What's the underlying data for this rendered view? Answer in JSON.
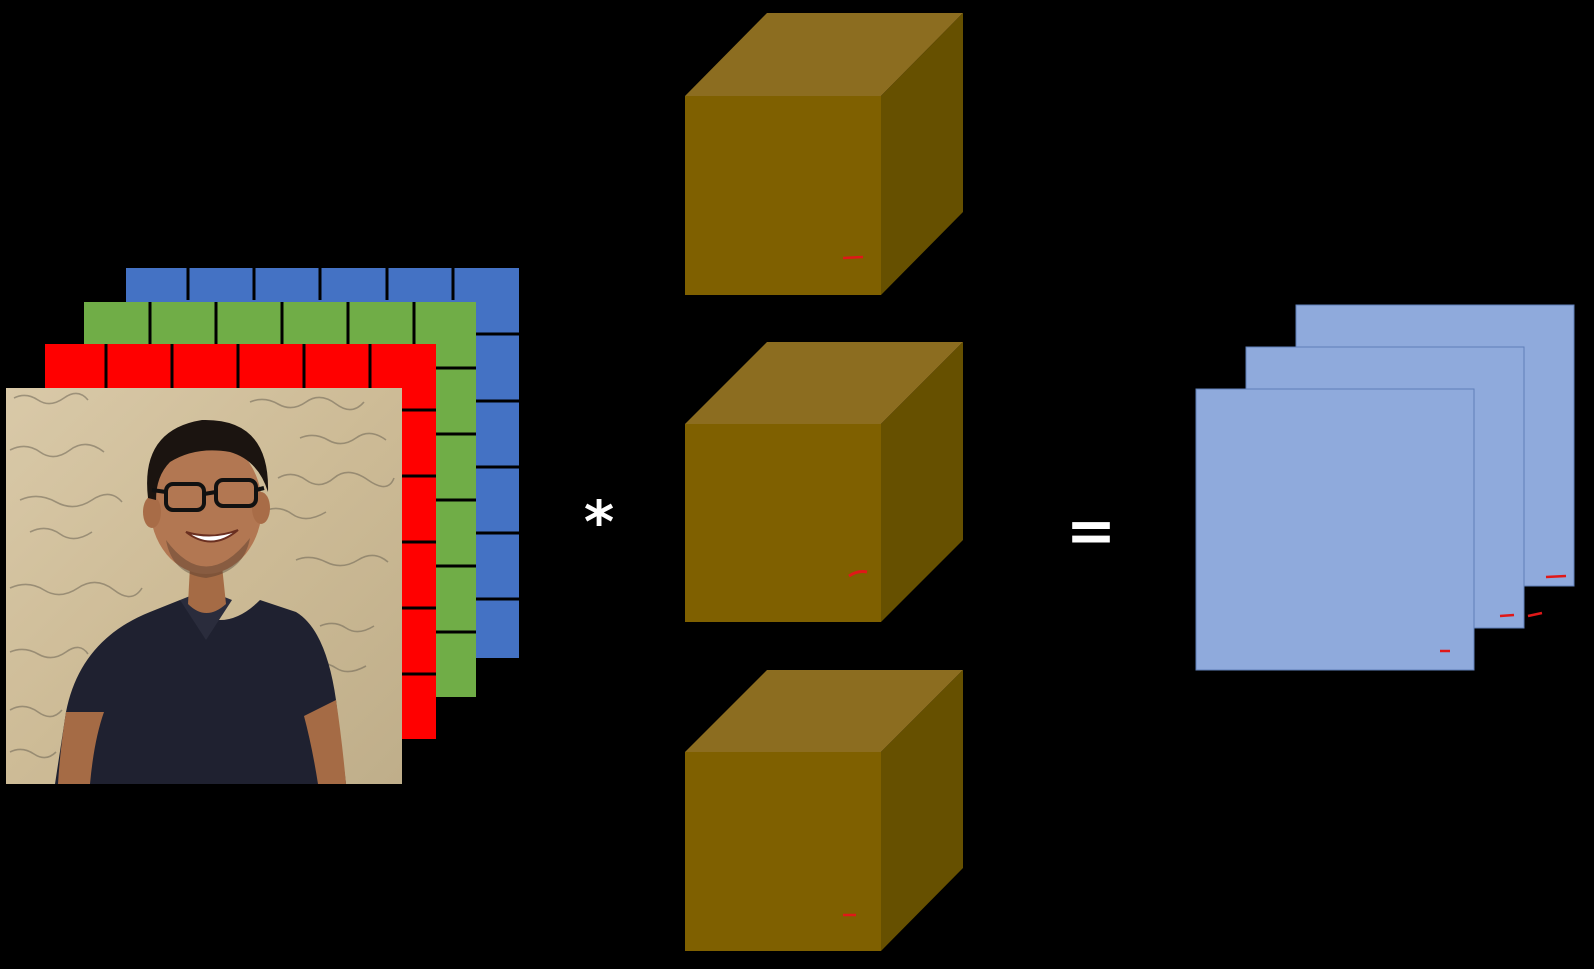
{
  "operators": {
    "convolve": "*",
    "equals": "="
  },
  "input_volume": {
    "channels": [
      "red",
      "green",
      "blue"
    ],
    "photo": "person-photo",
    "colors": {
      "red": "#ff0000",
      "green": "#70ad47",
      "blue": "#4472c4"
    }
  },
  "filters": {
    "count": 3,
    "colors": {
      "front": "#7f6000",
      "top": "#8c6d20",
      "side": "#665000"
    }
  },
  "output_volume": {
    "count": 3,
    "color": "#8faadc"
  }
}
